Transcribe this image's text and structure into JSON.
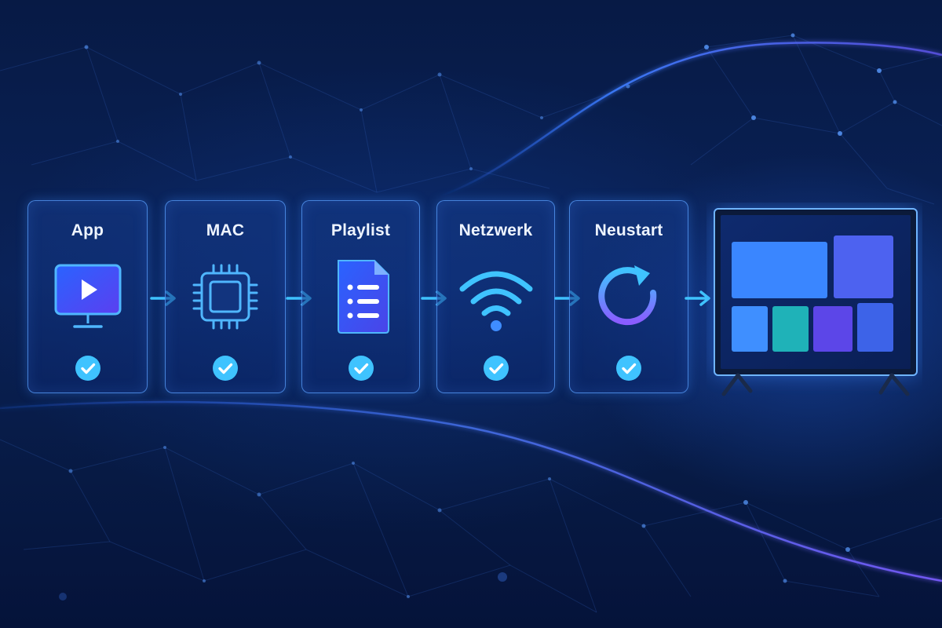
{
  "diagram": {
    "steps": [
      {
        "label": "App",
        "icon": "tv-play-icon"
      },
      {
        "label": "MAC",
        "icon": "chip-icon"
      },
      {
        "label": "Playlist",
        "icon": "playlist-document-icon"
      },
      {
        "label": "Netzwerk",
        "icon": "wifi-icon"
      },
      {
        "label": "Neustart",
        "icon": "restart-icon"
      }
    ],
    "status_icon": "checkmark-icon",
    "connector_icon": "arrow-right-icon",
    "result_icon": "smart-tv-icon"
  },
  "colors": {
    "background": "#071a45",
    "card_border": "#5aa0ff",
    "accent_cyan": "#3fc3ff",
    "accent_violet": "#7a5cff",
    "text": "#eef4ff"
  }
}
